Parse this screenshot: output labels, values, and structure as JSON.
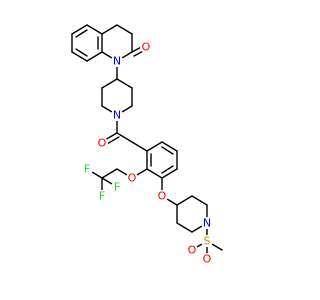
{
  "molecule": {
    "colors": {
      "bond": "#000000",
      "O": "#ff0000",
      "N": "#0000ff",
      "F": "#33cc33",
      "S": "#b59a00",
      "background": "#ffffff"
    },
    "labels": {
      "quinolinone_O": "O",
      "quinolinone_N": "N",
      "piperidine_N": "N",
      "amide_O": "O",
      "F1": "F",
      "F2": "F",
      "F3": "F",
      "ether_O": "O",
      "aryl_ether_O": "O",
      "sulfonyl_N": "N",
      "S": "S",
      "sulfonyl_O1": "O",
      "sulfonyl_O2": "O"
    }
  }
}
